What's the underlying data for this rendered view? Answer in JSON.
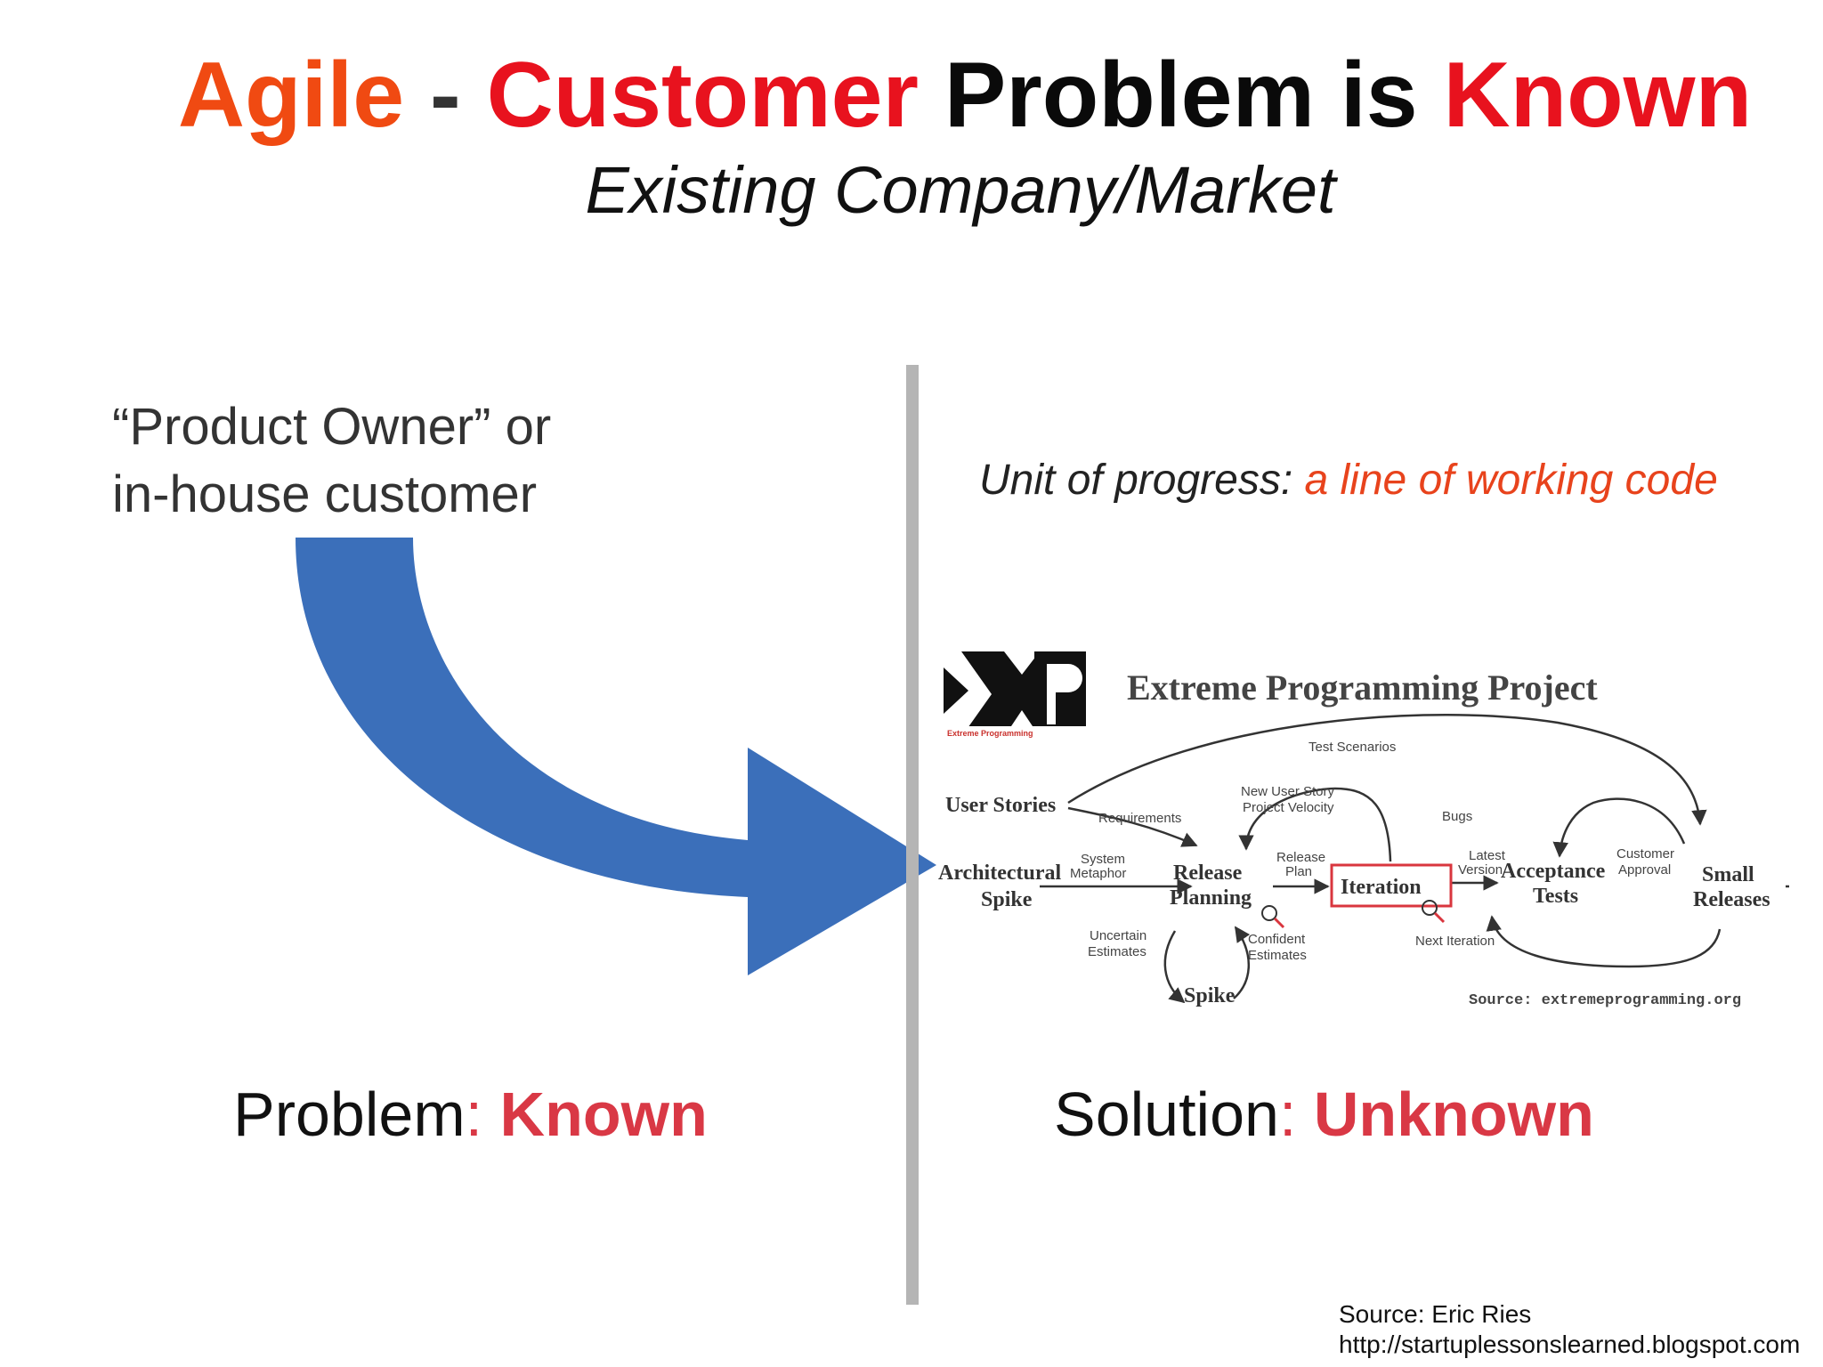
{
  "title": {
    "part1": "Agile",
    "sep": " - ",
    "part2": "Customer",
    "part3": " Problem is ",
    "part4": "Known",
    "subtitle": "Existing Company/Market"
  },
  "colors": {
    "title_orange": "#f04a12",
    "title_red": "#e8121e",
    "arrow_blue": "#3b6fba",
    "divider_gray": "#b5b5b5",
    "accent_red": "#d93845",
    "unit_orange": "#e8431c"
  },
  "left": {
    "owner_line1": "“Product Owner” or",
    "owner_line2": "in-house customer",
    "problem_label": "Problem",
    "problem_colon": ":",
    "problem_value": " Known",
    "arrow_icon": "curved-arrow-right-icon"
  },
  "right": {
    "unit_prefix": "Unit of progress: ",
    "unit_value": "a line of working code",
    "solution_label": "Solution",
    "solution_colon": ":",
    "solution_value": " Unknown"
  },
  "xp_diagram": {
    "logo": "XP",
    "logo_sub": "Extreme Programming",
    "title": "Extreme Programming Project",
    "nodes": {
      "user_stories": "User Stories",
      "arch_spike_1": "Architectural",
      "arch_spike_2": "Spike",
      "release_1": "Release",
      "release_2": "Planning",
      "iteration": "Iteration",
      "acceptance_1": "Acceptance",
      "acceptance_2": "Tests",
      "small_1": "Small",
      "small_2": "Releases",
      "spike": "Spike"
    },
    "edges": {
      "test_scenarios": "Test Scenarios",
      "requirements": "Requirements",
      "new_user_story_1": "New User Story",
      "new_user_story_2": "Project Velocity",
      "bugs": "Bugs",
      "system_metaphor_1": "System",
      "system_metaphor_2": "Metaphor",
      "release_plan_1": "Release",
      "release_plan_2": "Plan",
      "latest_version_1": "Latest",
      "latest_version_2": "Version",
      "customer_approval_1": "Customer",
      "customer_approval_2": "Approval",
      "uncertain_1": "Uncertain",
      "uncertain_2": "Estimates",
      "confident_1": "Confident",
      "confident_2": "Estimates",
      "next_iteration": "Next Iteration"
    },
    "source": "Source: extremeprogramming.org"
  },
  "source": {
    "line1": "Source: Eric Ries",
    "line2": "http://startuplessonslearned.blogspot.com"
  }
}
